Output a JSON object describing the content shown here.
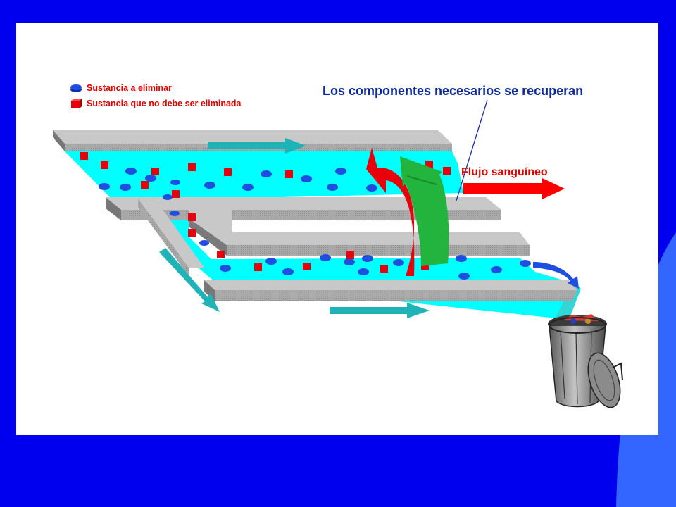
{
  "legend": {
    "items": [
      {
        "label": "Sustancia a eliminar",
        "icon": "blue-disc-icon",
        "color": "#1f4fe0"
      },
      {
        "label": "Sustancia que no debe ser eliminada",
        "icon": "red-cube-icon",
        "color": "#e8000a"
      }
    ]
  },
  "diagram": {
    "title": "Los componentes necesarios se recuperan",
    "flow_label": "Flujo sanguíneo"
  },
  "colors": {
    "slide_background": "#0000ee",
    "accent_blue": "#3366ff",
    "panel": "#ffffff",
    "fluid": "#00ffff",
    "tube_wall": "#a8a8a8",
    "teal_arrow": "#1fb3b8",
    "red_arrow": "#ff0000",
    "green_arrow": "#22b43c",
    "title_text": "#0c2a9e",
    "label_text": "#e00000"
  }
}
